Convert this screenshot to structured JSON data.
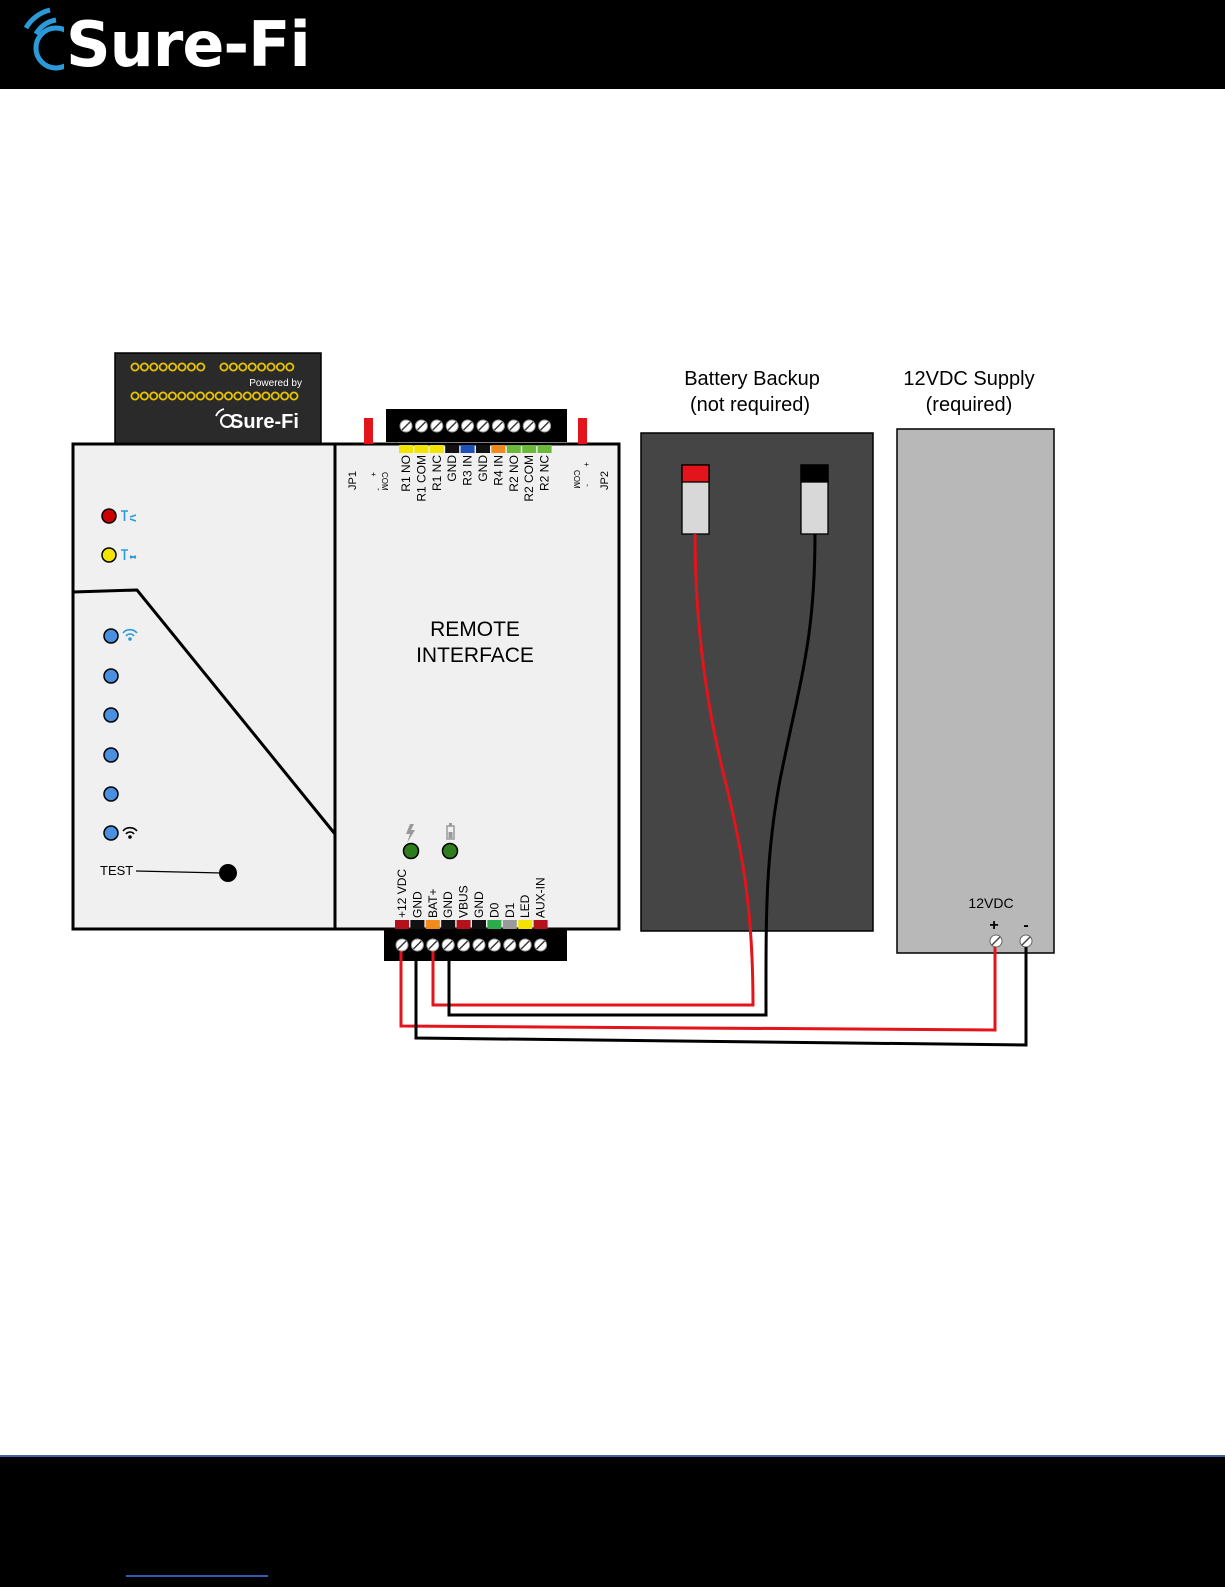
{
  "header": {
    "logo_text": "Sure-Fi"
  },
  "module": {
    "powered_by": "Powered by",
    "brand": "Sure-Fi",
    "test_label": "TEST"
  },
  "remote_interface": {
    "title_line1": "REMOTE",
    "title_line2": "INTERFACE",
    "jp1": "JP1",
    "jp2": "JP2",
    "com": "COM",
    "plus": "+",
    "minus": "-",
    "top_terminals": [
      {
        "label": "R1 NO",
        "color": "#f2e300"
      },
      {
        "label": "R1 COM",
        "color": "#f2e300"
      },
      {
        "label": "R1 NC",
        "color": "#f2e300"
      },
      {
        "label": "GND",
        "color": "#111111"
      },
      {
        "label": "R3 IN",
        "color": "#1f4fb8"
      },
      {
        "label": "GND",
        "color": "#111111"
      },
      {
        "label": "R4 IN",
        "color": "#f08a1c"
      },
      {
        "label": "R2 NO",
        "color": "#6ab83a"
      },
      {
        "label": "R2 COM",
        "color": "#6ab83a"
      },
      {
        "label": "R2 NC",
        "color": "#6ab83a"
      }
    ],
    "bottom_terminals": [
      {
        "label": "+12 VDC",
        "color": "#b3121a"
      },
      {
        "label": "GND",
        "color": "#111111"
      },
      {
        "label": "BAT+",
        "color": "#f08a1c"
      },
      {
        "label": "GND",
        "color": "#111111"
      },
      {
        "label": "VBUS",
        "color": "#b3121a"
      },
      {
        "label": "GND",
        "color": "#111111"
      },
      {
        "label": "D0",
        "color": "#2daa4a"
      },
      {
        "label": "D1",
        "color": "#9a9a9a"
      },
      {
        "label": "LED",
        "color": "#f2e300"
      },
      {
        "label": "AUX-IN",
        "color": "#b3121a"
      }
    ]
  },
  "battery": {
    "title_line1": "Battery Backup",
    "title_line2": "(not required)"
  },
  "supply": {
    "title_line1": "12VDC Supply",
    "title_line2": "(required)",
    "terminal_label": "12VDC",
    "plus": "+",
    "minus": "-"
  },
  "colors": {
    "wire_red": "#e3141b",
    "wire_black": "#000000",
    "led_red": "#cc0000",
    "led_yellow": "#f5e400",
    "led_blue": "#4a8fe0",
    "led_green": "#2e7d1f",
    "battery_body": "#454545",
    "supply_body": "#b8b8b8",
    "panel": "#f0f0f0"
  }
}
